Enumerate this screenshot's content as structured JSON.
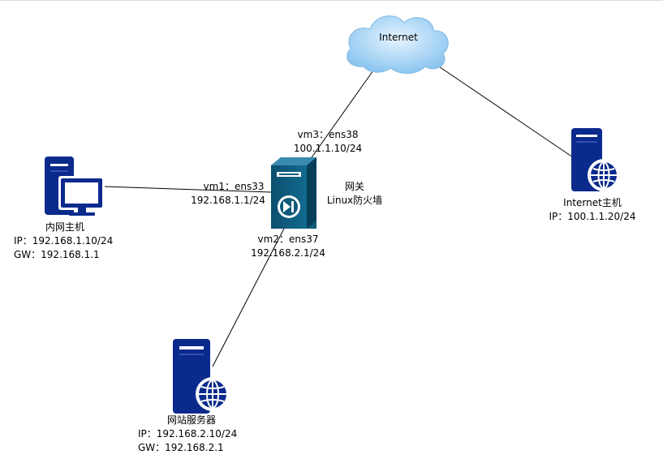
{
  "cloud": {
    "label": "Internet"
  },
  "gateway": {
    "title": "网关",
    "subtitle": "Linux防火墙",
    "vm1": {
      "name": "vm1：ens33",
      "ip": "192.168.1.1/24"
    },
    "vm2": {
      "name": "vm2：ens37",
      "ip": "192.168.2.1/24"
    },
    "vm3": {
      "name": "vm3：ens38",
      "ip": "100.1.1.10/24"
    }
  },
  "lan_host": {
    "name": "内网主机",
    "ip": "IP：192.168.1.10/24",
    "gw": "GW：192.168.1.1"
  },
  "web_server": {
    "name": "网站服务器",
    "ip": "IP：192.168.2.10/24",
    "gw": "GW：192.168.2.1"
  },
  "internet_host": {
    "name": "Internet主机",
    "ip": "IP：100.1.1.20/24"
  },
  "colors": {
    "device_blue": "#0a2a8c",
    "firewall_teal": "#0e5a7a",
    "cloud_blue": "#9fd0f4",
    "link": "#000000"
  },
  "icons": {
    "lan_host": "desktop-computer-icon",
    "gateway": "firewall-appliance-icon",
    "web_server": "web-server-icon",
    "internet_host": "web-server-icon",
    "cloud": "cloud-icon"
  }
}
